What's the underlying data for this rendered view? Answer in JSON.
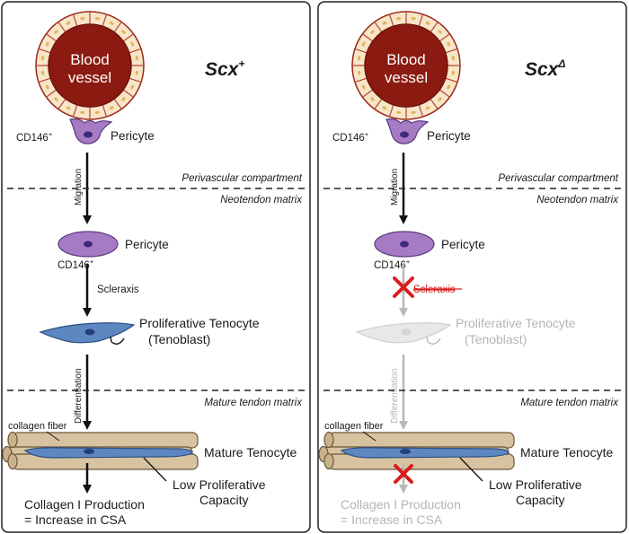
{
  "panels": [
    {
      "genotype": "Scx",
      "genotype_sup": "+",
      "blood_vessel_line1": "Blood",
      "blood_vessel_line2": "vessel",
      "cd146_top": "CD146",
      "cd146_sup": "+",
      "pericyte_top": "Pericyte",
      "perivascular": "Perivascular compartment",
      "neotendon": "Neotendon matrix",
      "migration": "Migration",
      "pericyte_mid": "Pericyte",
      "cd146_mid": "CD146",
      "scleraxis": "Scleraxis",
      "tenocyte_line1": "Proliferative Tenocyte",
      "tenocyte_line2": "(Tenoblast)",
      "differentiation": "Differentiation",
      "mature_matrix": "Mature tendon matrix",
      "collagen_fiber": "collagen fiber",
      "mature_tenocyte": "Mature Tenocyte",
      "low_prolif_line1": "Low Proliferative",
      "low_prolif_line2": "Capacity",
      "collagen_line1": "Collagen I Production",
      "collagen_line2": "= Increase in CSA"
    },
    {
      "genotype": "Scx",
      "genotype_sup": "Δ",
      "blood_vessel_line1": "Blood",
      "blood_vessel_line2": "vessel",
      "cd146_top": "CD146",
      "cd146_sup": "+",
      "pericyte_top": "Pericyte",
      "perivascular": "Perivascular compartment",
      "neotendon": "Neotendon matrix",
      "migration": "Migration",
      "pericyte_mid": "Pericyte",
      "cd146_mid": "CD146",
      "scleraxis": "Scleraxis",
      "tenocyte_line1": "Proliferative Tenocyte",
      "tenocyte_line2": "(Tenoblast)",
      "differentiation": "Differentiation",
      "mature_matrix": "Mature tendon matrix",
      "collagen_fiber": "collagen fiber",
      "mature_tenocyte": "Mature Tenocyte",
      "low_prolif_line1": "Low Proliferative",
      "low_prolif_line2": "Capacity",
      "collagen_line1": "Collagen I Production",
      "collagen_line2": "= Increase in CSA"
    }
  ],
  "colors": {
    "vessel": "#8b1a10",
    "endothelial": "#f7e6c9",
    "pericyte": "#a77bc4",
    "nucleus": "#3d2a7a",
    "tenocyte": "#5d87c0",
    "collagen": "#d8c3a0",
    "blocked": "#d81e1e",
    "faded": "#b8b8b8"
  }
}
